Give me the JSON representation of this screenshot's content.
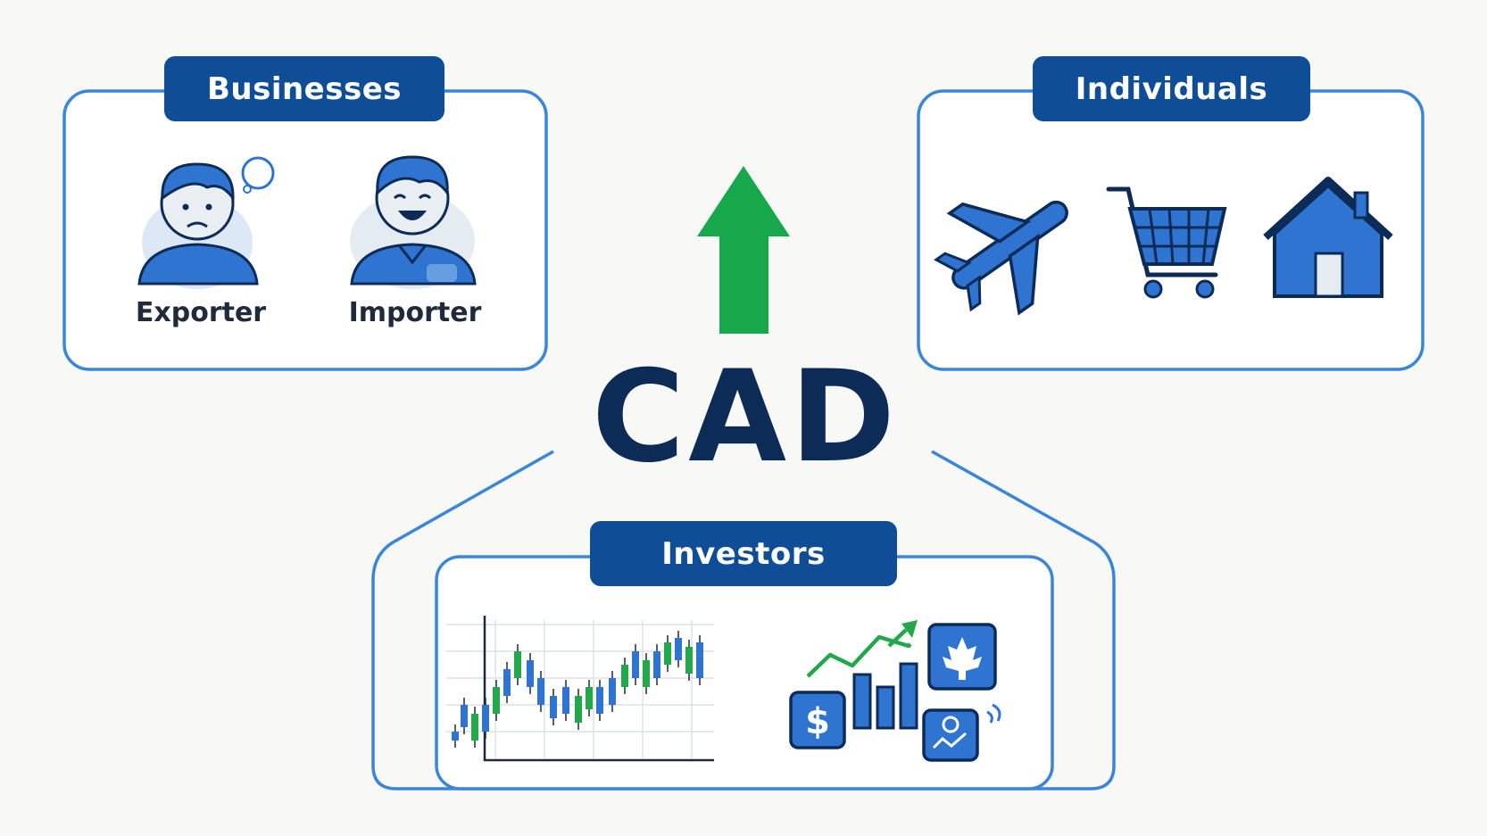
{
  "center": {
    "title": "CAD",
    "trend_arrow_icon": "up-arrow-icon",
    "arrow_color": "#17a84b"
  },
  "colors": {
    "panel_border": "#3a86d8",
    "label_bg": "#0f4d96",
    "icon_blue": "#2f74d0",
    "dark_navy": "#0d2b57",
    "candle_green": "#22a84a"
  },
  "businesses": {
    "label": "Businesses",
    "exporter": {
      "caption": "Exporter",
      "icon": "worried-person-icon"
    },
    "importer": {
      "caption": "Importer",
      "icon": "happy-person-icon"
    }
  },
  "individuals": {
    "label": "Individuals",
    "icons": [
      "airplane-icon",
      "shopping-cart-icon",
      "house-icon"
    ]
  },
  "investors": {
    "label": "Investors",
    "icons": [
      "candlestick-chart-icon",
      "growth-trend-icon",
      "dollar-icon",
      "maple-leaf-icon",
      "location-pin-icon"
    ]
  }
}
